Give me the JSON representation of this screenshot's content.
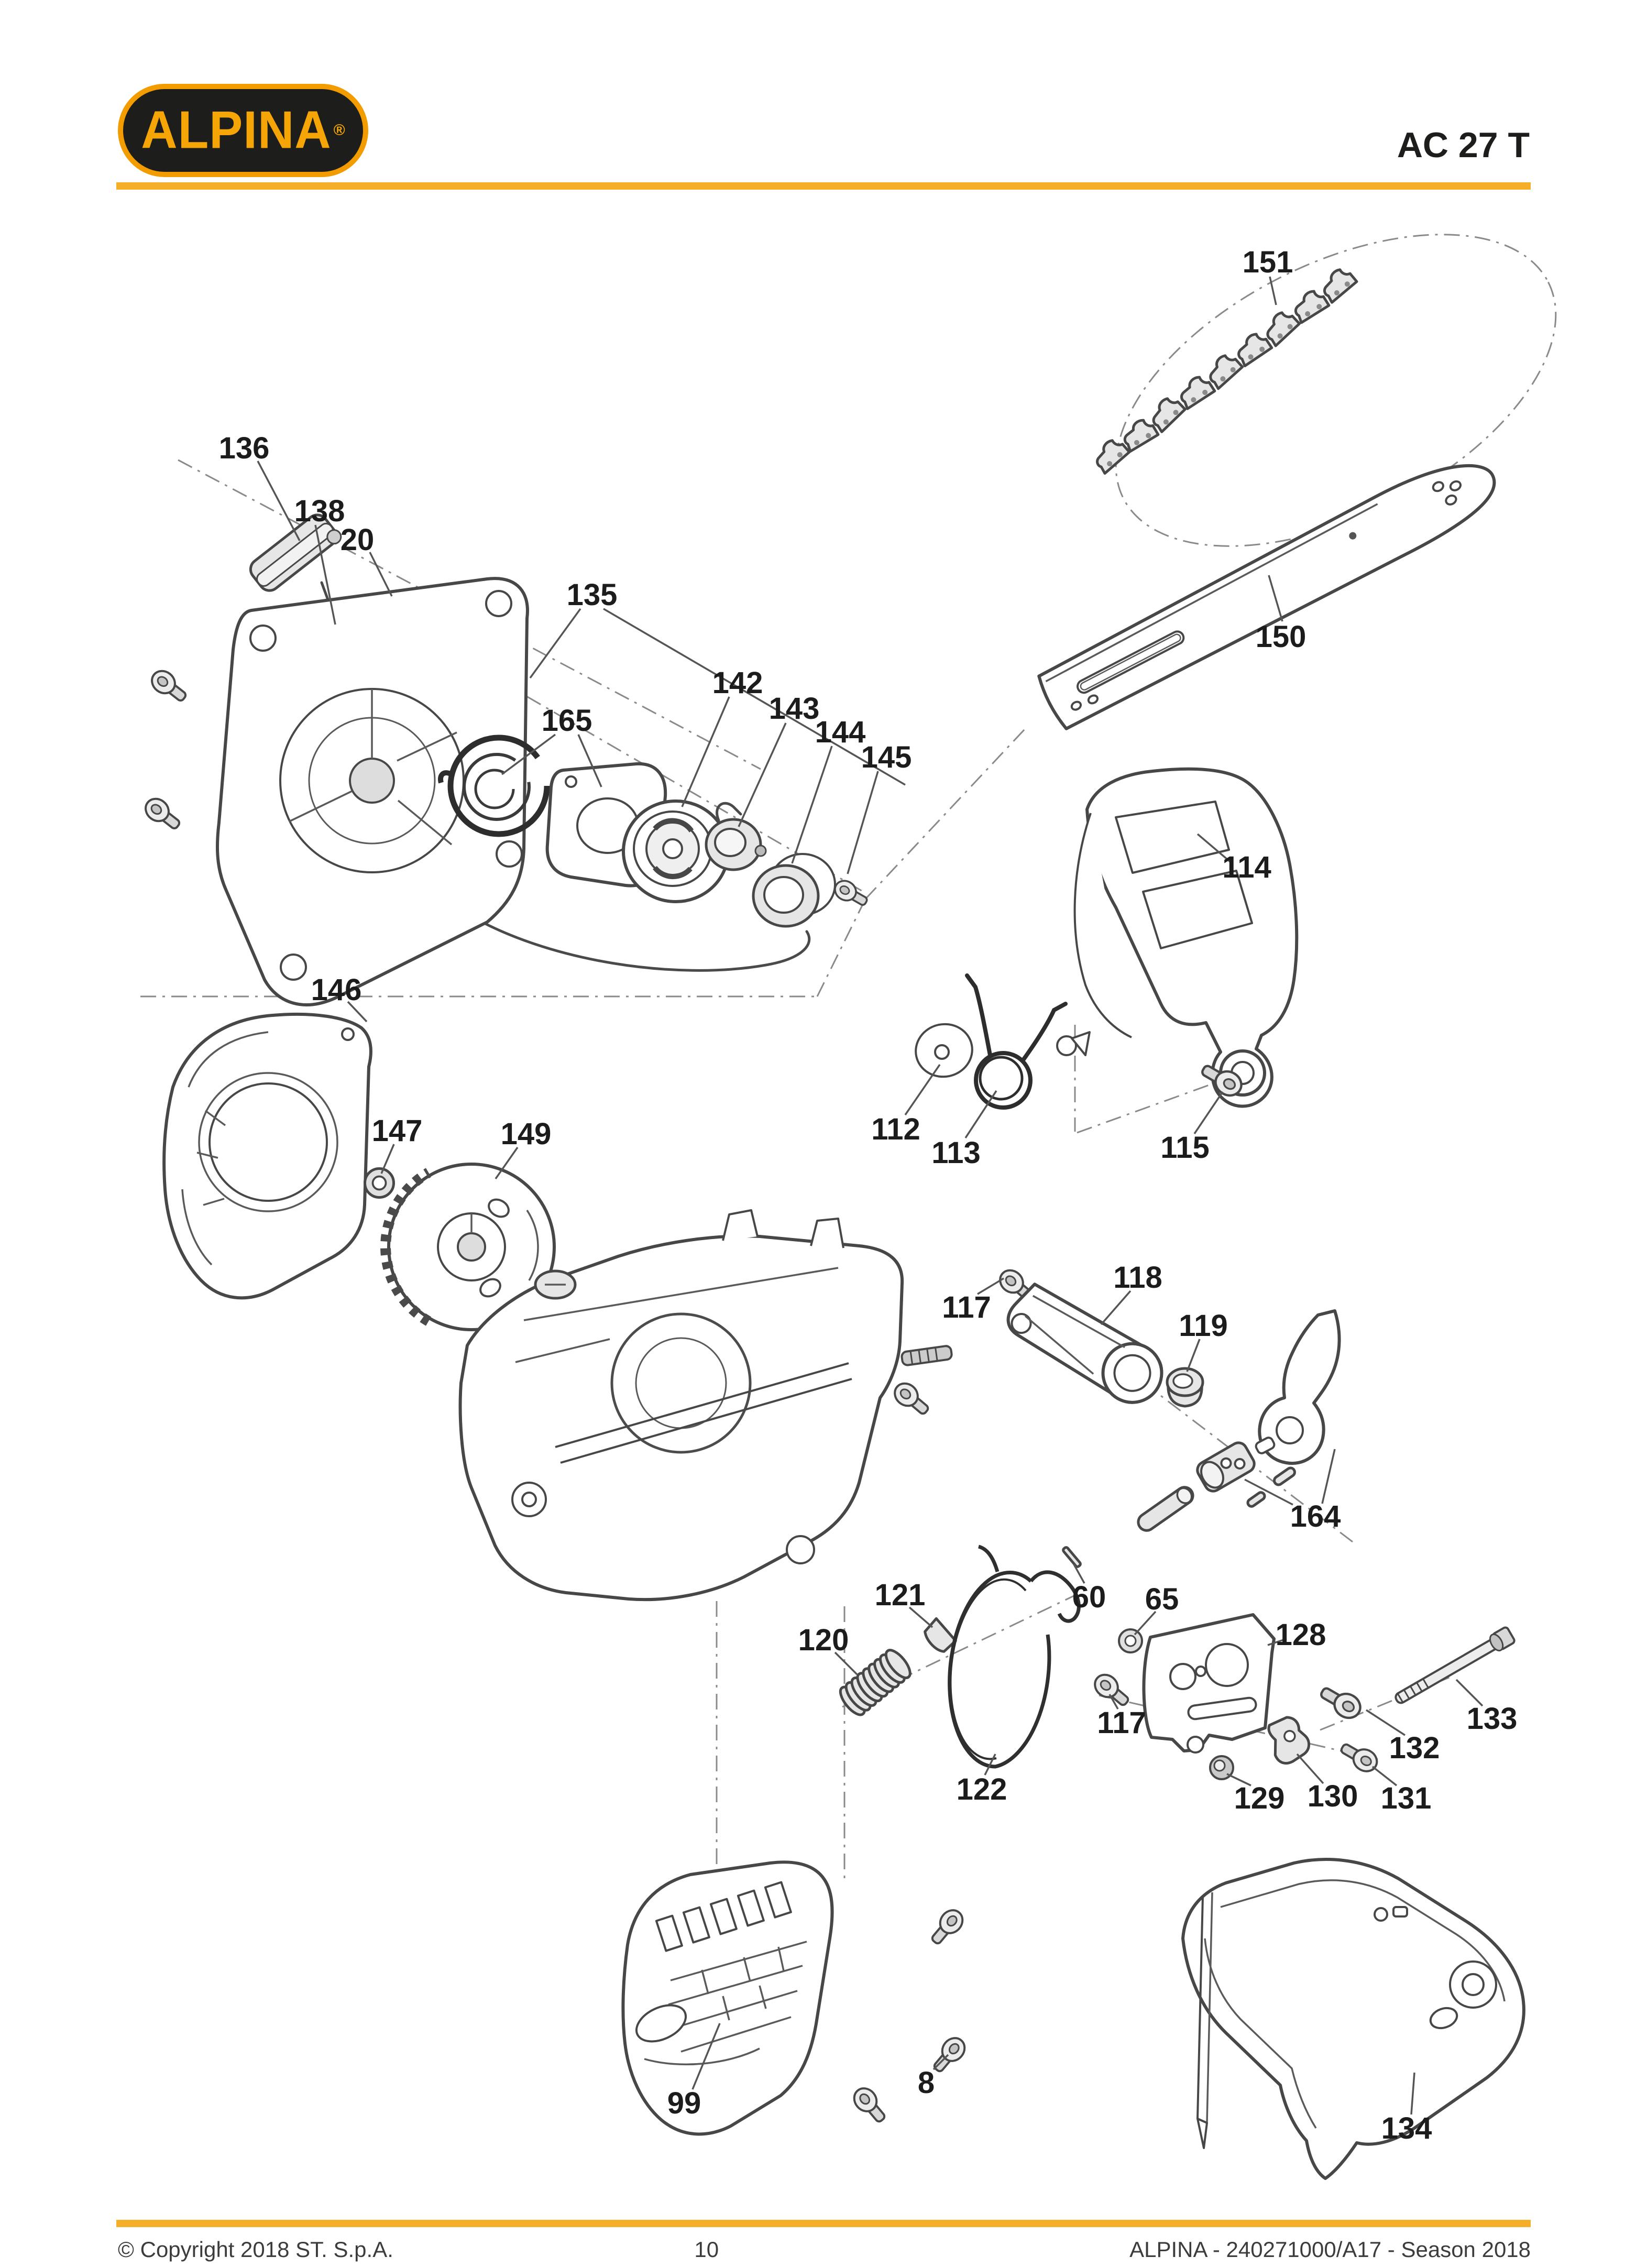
{
  "header": {
    "logo_text": "ALPINA",
    "registered_mark": "®",
    "model": "AC 27 T"
  },
  "footer": {
    "copyright": "© Copyright 2018 ST. S.p.A.",
    "page_number": "10",
    "document_ref": "ALPINA - 240271000/A17 - Season 2018"
  },
  "colors": {
    "accent_orange": "#f39c00",
    "rule_orange": "#f5ae27",
    "logo_background": "#1d1d1b",
    "line_gray": "#474747",
    "label_black": "#1c1c1c"
  },
  "diagram": {
    "description": "Exploded parts view of chainsaw: starter assembly, chain, guide bar, top handle, fan cover, flywheel, crankcase, chain tensioner, brake band group, muffler cover and clutch cover",
    "callouts": [
      {
        "label": "136"
      },
      {
        "label": "138"
      },
      {
        "label": "20"
      },
      {
        "label": "135"
      },
      {
        "label": "165"
      },
      {
        "label": "142"
      },
      {
        "label": "143"
      },
      {
        "label": "144"
      },
      {
        "label": "145"
      },
      {
        "label": "151"
      },
      {
        "label": "150"
      },
      {
        "label": "114"
      },
      {
        "label": "115"
      },
      {
        "label": "112"
      },
      {
        "label": "113"
      },
      {
        "label": "146"
      },
      {
        "label": "147"
      },
      {
        "label": "149"
      },
      {
        "label": "117"
      },
      {
        "label": "118"
      },
      {
        "label": "119"
      },
      {
        "label": "164"
      },
      {
        "label": "121"
      },
      {
        "label": "120"
      },
      {
        "label": "60"
      },
      {
        "label": "65"
      },
      {
        "label": "128"
      },
      {
        "label": "117"
      },
      {
        "label": "133"
      },
      {
        "label": "132"
      },
      {
        "label": "129"
      },
      {
        "label": "130"
      },
      {
        "label": "131"
      },
      {
        "label": "122"
      },
      {
        "label": "99"
      },
      {
        "label": "8"
      },
      {
        "label": "134"
      }
    ]
  }
}
